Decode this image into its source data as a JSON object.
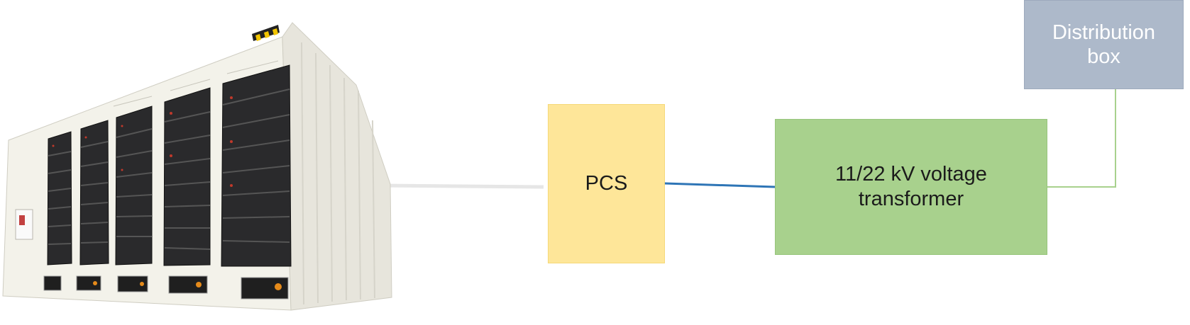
{
  "diagram": {
    "nodes": {
      "pcs": {
        "label": "PCS",
        "color": "#fee699"
      },
      "transformer": {
        "line1": "11/22 kV voltage",
        "line2": "transformer",
        "color": "#a8d18d"
      },
      "distribution": {
        "line1": "Distribution",
        "line2": "box",
        "color": "#adb9ca"
      }
    },
    "edges": [
      {
        "from": "battery-container",
        "to": "pcs",
        "color": "#e6e6e6"
      },
      {
        "from": "pcs",
        "to": "transformer",
        "color": "#2e75b6"
      },
      {
        "from": "transformer",
        "to": "distribution",
        "color": "#a8d18d"
      }
    ],
    "image": {
      "icon": "battery-storage-container"
    }
  }
}
